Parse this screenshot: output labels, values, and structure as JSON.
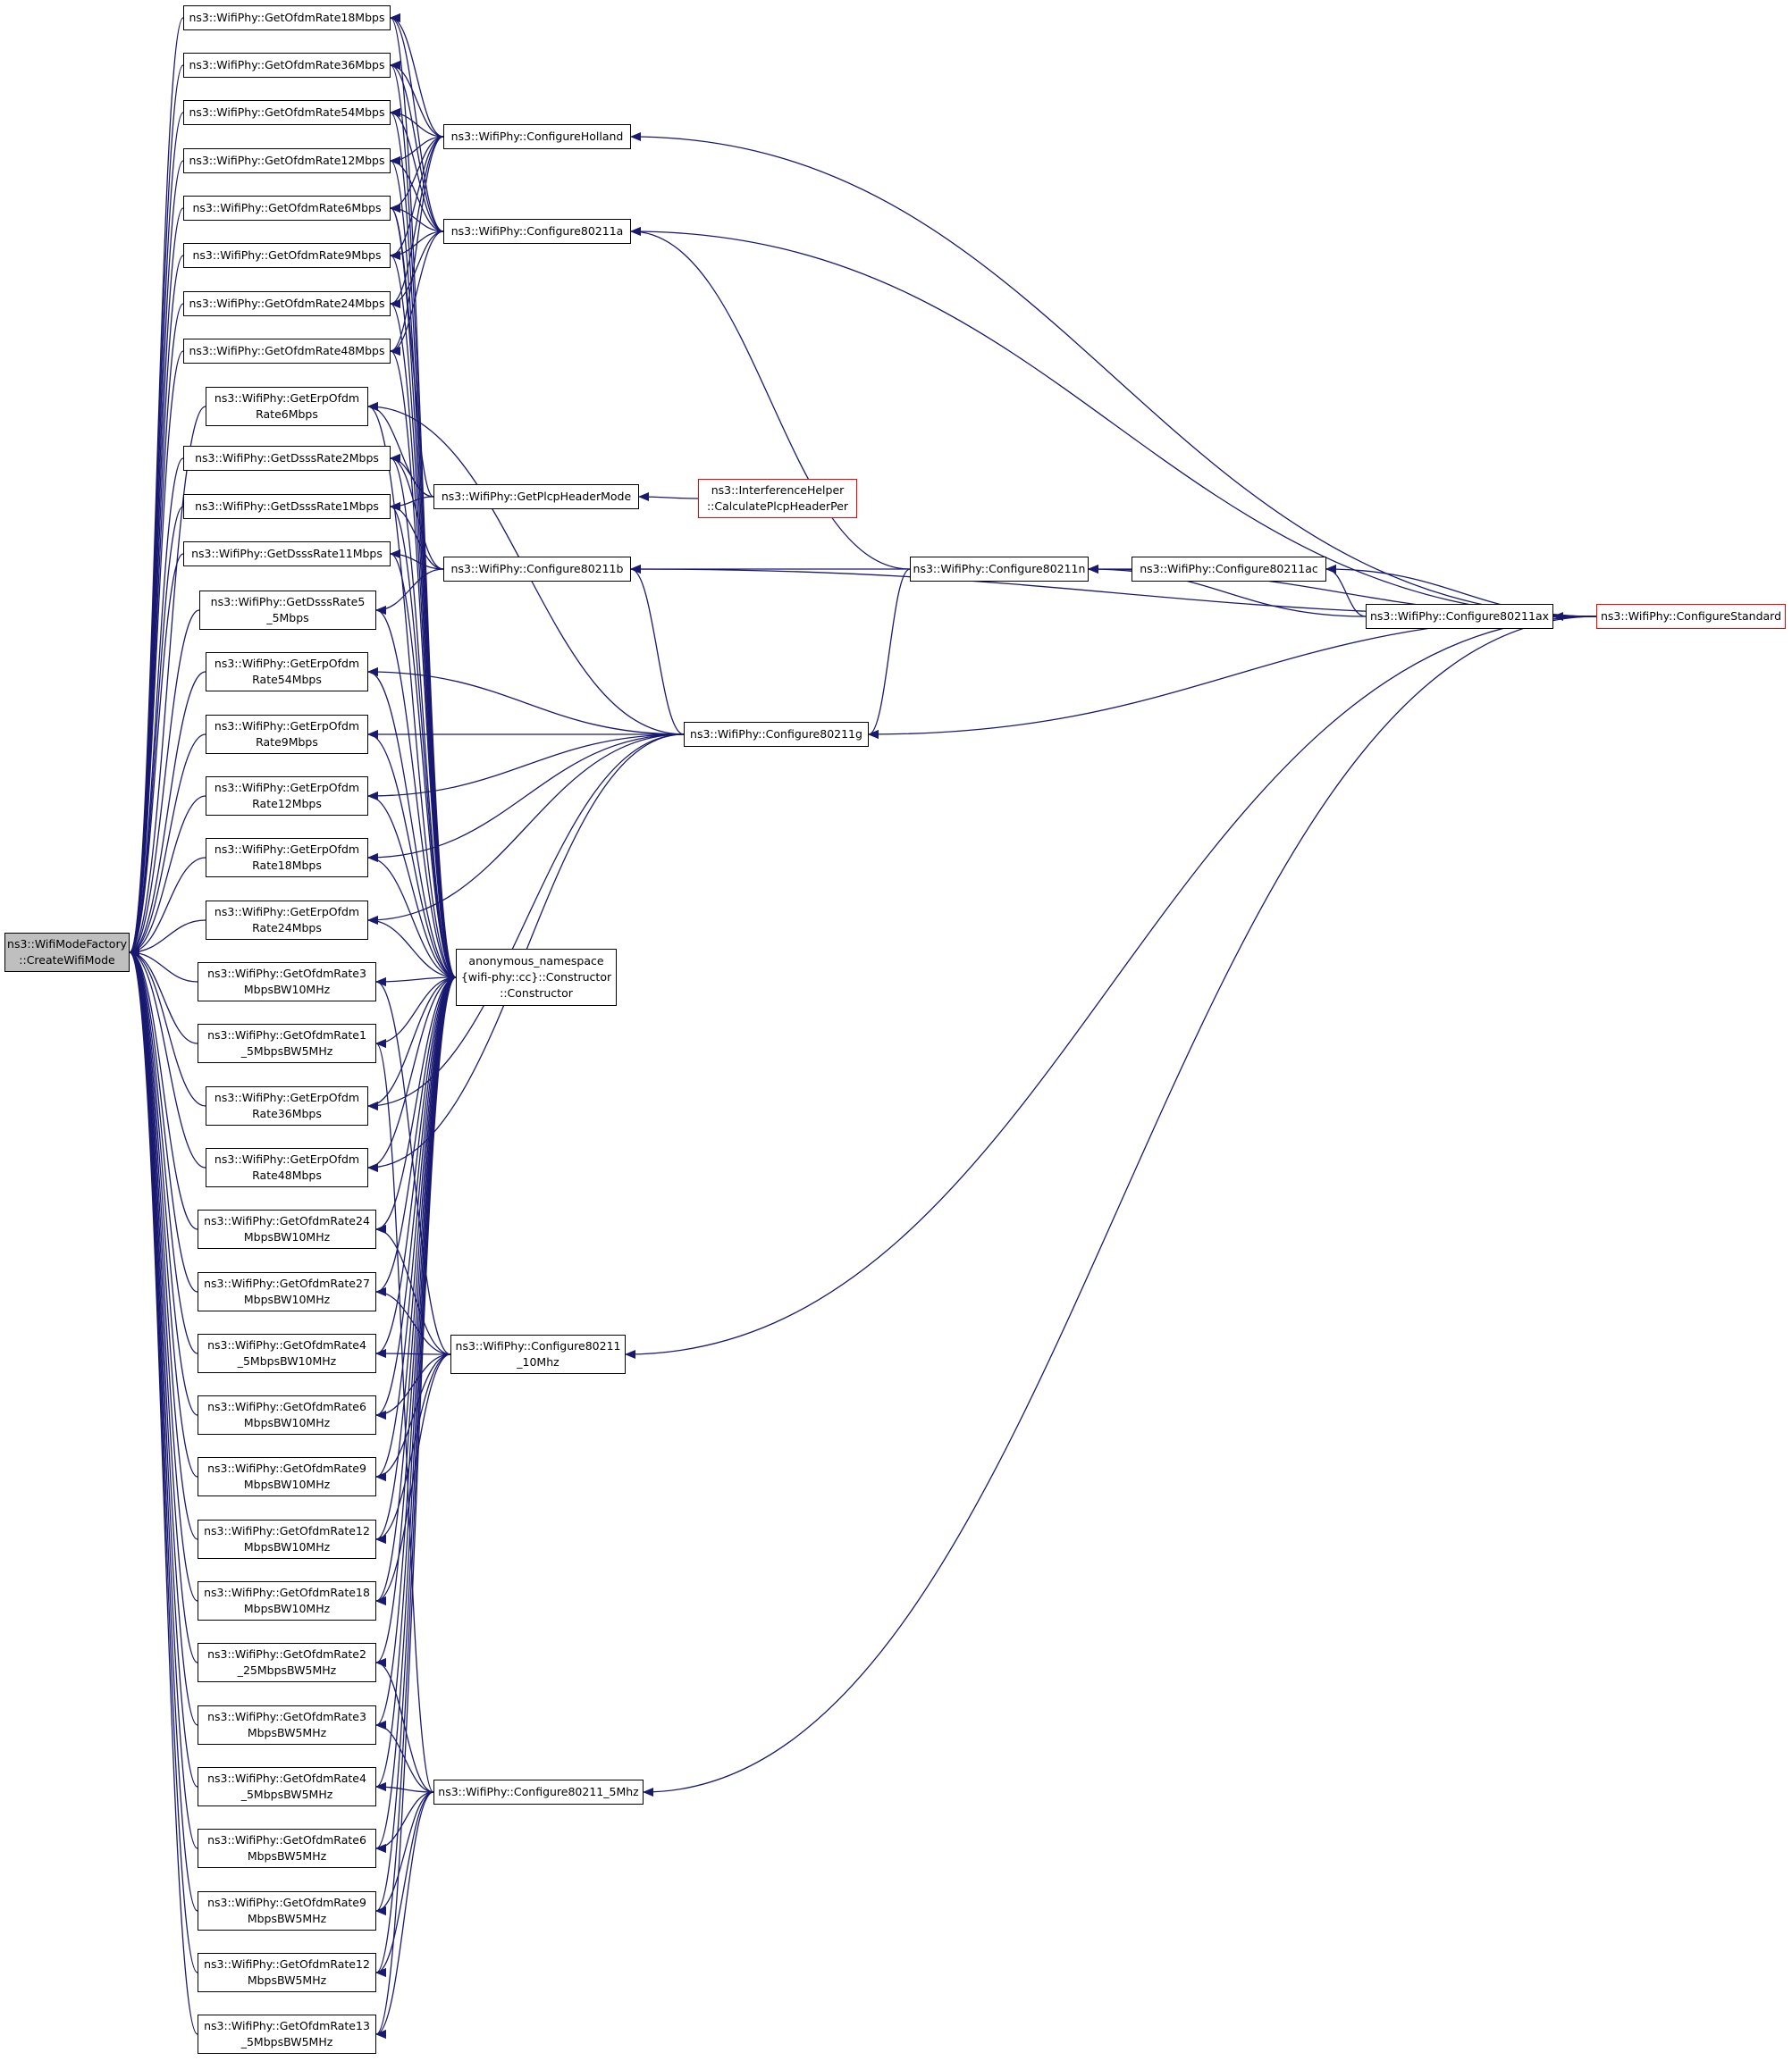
{
  "colors": {
    "edge": "#191970",
    "node_border": "#000000",
    "node_fill": "#ffffff",
    "root_fill": "#bfbfbf",
    "truncated_border": "#ff0000"
  },
  "nodes": {
    "root": {
      "lines": [
        "ns3::WifiModeFactory",
        "::CreateWifiMode"
      ]
    },
    "ofdm18": {
      "lines": [
        "ns3::WifiPhy::GetOfdmRate18Mbps"
      ]
    },
    "ofdm36": {
      "lines": [
        "ns3::WifiPhy::GetOfdmRate36Mbps"
      ]
    },
    "ofdm54": {
      "lines": [
        "ns3::WifiPhy::GetOfdmRate54Mbps"
      ]
    },
    "ofdm12": {
      "lines": [
        "ns3::WifiPhy::GetOfdmRate12Mbps"
      ]
    },
    "ofdm6": {
      "lines": [
        "ns3::WifiPhy::GetOfdmRate6Mbps"
      ]
    },
    "ofdm9": {
      "lines": [
        "ns3::WifiPhy::GetOfdmRate9Mbps"
      ]
    },
    "ofdm24": {
      "lines": [
        "ns3::WifiPhy::GetOfdmRate24Mbps"
      ]
    },
    "ofdm48": {
      "lines": [
        "ns3::WifiPhy::GetOfdmRate48Mbps"
      ]
    },
    "erp6": {
      "lines": [
        "ns3::WifiPhy::GetErpOfdm",
        "Rate6Mbps"
      ]
    },
    "dsss2": {
      "lines": [
        "ns3::WifiPhy::GetDsssRate2Mbps"
      ]
    },
    "dsss1": {
      "lines": [
        "ns3::WifiPhy::GetDsssRate1Mbps"
      ]
    },
    "dsss11": {
      "lines": [
        "ns3::WifiPhy::GetDsssRate11Mbps"
      ]
    },
    "dsss55": {
      "lines": [
        "ns3::WifiPhy::GetDsssRate5",
        "_5Mbps"
      ]
    },
    "erp54": {
      "lines": [
        "ns3::WifiPhy::GetErpOfdm",
        "Rate54Mbps"
      ]
    },
    "erp9": {
      "lines": [
        "ns3::WifiPhy::GetErpOfdm",
        "Rate9Mbps"
      ]
    },
    "erp12": {
      "lines": [
        "ns3::WifiPhy::GetErpOfdm",
        "Rate12Mbps"
      ]
    },
    "erp18": {
      "lines": [
        "ns3::WifiPhy::GetErpOfdm",
        "Rate18Mbps"
      ]
    },
    "erp24": {
      "lines": [
        "ns3::WifiPhy::GetErpOfdm",
        "Rate24Mbps"
      ]
    },
    "o3bw10": {
      "lines": [
        "ns3::WifiPhy::GetOfdmRate3",
        "MbpsBW10MHz"
      ]
    },
    "o15bw5": {
      "lines": [
        "ns3::WifiPhy::GetOfdmRate1",
        "_5MbpsBW5MHz"
      ]
    },
    "erp36": {
      "lines": [
        "ns3::WifiPhy::GetErpOfdm",
        "Rate36Mbps"
      ]
    },
    "erp48": {
      "lines": [
        "ns3::WifiPhy::GetErpOfdm",
        "Rate48Mbps"
      ]
    },
    "o24bw10": {
      "lines": [
        "ns3::WifiPhy::GetOfdmRate24",
        "MbpsBW10MHz"
      ]
    },
    "o27bw10": {
      "lines": [
        "ns3::WifiPhy::GetOfdmRate27",
        "MbpsBW10MHz"
      ]
    },
    "o45bw10": {
      "lines": [
        "ns3::WifiPhy::GetOfdmRate4",
        "_5MbpsBW10MHz"
      ]
    },
    "o6bw10": {
      "lines": [
        "ns3::WifiPhy::GetOfdmRate6",
        "MbpsBW10MHz"
      ]
    },
    "o9bw10": {
      "lines": [
        "ns3::WifiPhy::GetOfdmRate9",
        "MbpsBW10MHz"
      ]
    },
    "o12bw10": {
      "lines": [
        "ns3::WifiPhy::GetOfdmRate12",
        "MbpsBW10MHz"
      ]
    },
    "o18bw10": {
      "lines": [
        "ns3::WifiPhy::GetOfdmRate18",
        "MbpsBW10MHz"
      ]
    },
    "o225bw5": {
      "lines": [
        "ns3::WifiPhy::GetOfdmRate2",
        "_25MbpsBW5MHz"
      ]
    },
    "o3bw5": {
      "lines": [
        "ns3::WifiPhy::GetOfdmRate3",
        "MbpsBW5MHz"
      ]
    },
    "o45bw5": {
      "lines": [
        "ns3::WifiPhy::GetOfdmRate4",
        "_5MbpsBW5MHz"
      ]
    },
    "o6bw5": {
      "lines": [
        "ns3::WifiPhy::GetOfdmRate6",
        "MbpsBW5MHz"
      ]
    },
    "o9bw5": {
      "lines": [
        "ns3::WifiPhy::GetOfdmRate9",
        "MbpsBW5MHz"
      ]
    },
    "o12bw5": {
      "lines": [
        "ns3::WifiPhy::GetOfdmRate12",
        "MbpsBW5MHz"
      ]
    },
    "o135bw5": {
      "lines": [
        "ns3::WifiPhy::GetOfdmRate13",
        "_5MbpsBW5MHz"
      ]
    },
    "holland": {
      "lines": [
        "ns3::WifiPhy::ConfigureHolland"
      ]
    },
    "c11a": {
      "lines": [
        "ns3::WifiPhy::Configure80211a"
      ]
    },
    "plcp": {
      "lines": [
        "ns3::WifiPhy::GetPlcpHeaderMode"
      ]
    },
    "c11b": {
      "lines": [
        "ns3::WifiPhy::Configure80211b"
      ]
    },
    "c11g": {
      "lines": [
        "ns3::WifiPhy::Configure80211g"
      ]
    },
    "anon": {
      "lines": [
        "anonymous_namespace",
        "{wifi-phy::cc}::Constructor",
        "::Constructor"
      ]
    },
    "c10": {
      "lines": [
        "ns3::WifiPhy::Configure80211",
        "_10Mhz"
      ]
    },
    "c5": {
      "lines": [
        "ns3::WifiPhy::Configure80211_5Mhz"
      ]
    },
    "interf": {
      "lines": [
        "ns3::InterferenceHelper",
        "::CalculatePlcpHeaderPer"
      ]
    },
    "c11n": {
      "lines": [
        "ns3::WifiPhy::Configure80211n"
      ]
    },
    "c11ac": {
      "lines": [
        "ns3::WifiPhy::Configure80211ac"
      ]
    },
    "c11ax": {
      "lines": [
        "ns3::WifiPhy::Configure80211ax"
      ]
    },
    "std": {
      "lines": [
        "ns3::WifiPhy::ConfigureStandard"
      ]
    }
  },
  "edges": [
    [
      "ofdm18",
      "root"
    ],
    [
      "ofdm36",
      "root"
    ],
    [
      "ofdm54",
      "root"
    ],
    [
      "ofdm12",
      "root"
    ],
    [
      "ofdm6",
      "root"
    ],
    [
      "ofdm9",
      "root"
    ],
    [
      "ofdm24",
      "root"
    ],
    [
      "ofdm48",
      "root"
    ],
    [
      "erp6",
      "root"
    ],
    [
      "dsss2",
      "root"
    ],
    [
      "dsss1",
      "root"
    ],
    [
      "dsss11",
      "root"
    ],
    [
      "dsss55",
      "root"
    ],
    [
      "erp54",
      "root"
    ],
    [
      "erp9",
      "root"
    ],
    [
      "erp12",
      "root"
    ],
    [
      "erp18",
      "root"
    ],
    [
      "erp24",
      "root"
    ],
    [
      "o3bw10",
      "root"
    ],
    [
      "o15bw5",
      "root"
    ],
    [
      "erp36",
      "root"
    ],
    [
      "erp48",
      "root"
    ],
    [
      "o24bw10",
      "root"
    ],
    [
      "o27bw10",
      "root"
    ],
    [
      "o45bw10",
      "root"
    ],
    [
      "o6bw10",
      "root"
    ],
    [
      "o9bw10",
      "root"
    ],
    [
      "o12bw10",
      "root"
    ],
    [
      "o18bw10",
      "root"
    ],
    [
      "o225bw5",
      "root"
    ],
    [
      "o3bw5",
      "root"
    ],
    [
      "o45bw5",
      "root"
    ],
    [
      "o6bw5",
      "root"
    ],
    [
      "o9bw5",
      "root"
    ],
    [
      "o12bw5",
      "root"
    ],
    [
      "o135bw5",
      "root"
    ],
    [
      "holland",
      "ofdm18"
    ],
    [
      "holland",
      "ofdm36"
    ],
    [
      "holland",
      "ofdm54"
    ],
    [
      "holland",
      "ofdm12"
    ],
    [
      "holland",
      "ofdm6"
    ],
    [
      "holland",
      "ofdm9"
    ],
    [
      "holland",
      "ofdm24"
    ],
    [
      "holland",
      "ofdm48"
    ],
    [
      "c11a",
      "ofdm18"
    ],
    [
      "c11a",
      "ofdm36"
    ],
    [
      "c11a",
      "ofdm54"
    ],
    [
      "c11a",
      "ofdm12"
    ],
    [
      "c11a",
      "ofdm6"
    ],
    [
      "c11a",
      "ofdm9"
    ],
    [
      "c11a",
      "ofdm24"
    ],
    [
      "c11a",
      "ofdm48"
    ],
    [
      "plcp",
      "ofdm6"
    ],
    [
      "plcp",
      "erp6"
    ],
    [
      "plcp",
      "dsss1"
    ],
    [
      "plcp",
      "dsss2"
    ],
    [
      "c11b",
      "dsss1"
    ],
    [
      "c11b",
      "dsss2"
    ],
    [
      "c11b",
      "dsss55"
    ],
    [
      "c11b",
      "dsss11"
    ],
    [
      "c11g",
      "erp6"
    ],
    [
      "c11g",
      "erp9"
    ],
    [
      "c11g",
      "erp12"
    ],
    [
      "c11g",
      "erp18"
    ],
    [
      "c11g",
      "erp24"
    ],
    [
      "c11g",
      "erp36"
    ],
    [
      "c11g",
      "erp48"
    ],
    [
      "c11g",
      "erp54"
    ],
    [
      "anon",
      "ofdm18"
    ],
    [
      "anon",
      "ofdm36"
    ],
    [
      "anon",
      "ofdm54"
    ],
    [
      "anon",
      "ofdm12"
    ],
    [
      "anon",
      "ofdm6"
    ],
    [
      "anon",
      "ofdm9"
    ],
    [
      "anon",
      "ofdm24"
    ],
    [
      "anon",
      "ofdm48"
    ],
    [
      "anon",
      "erp6"
    ],
    [
      "anon",
      "dsss2"
    ],
    [
      "anon",
      "dsss1"
    ],
    [
      "anon",
      "dsss11"
    ],
    [
      "anon",
      "dsss55"
    ],
    [
      "anon",
      "erp54"
    ],
    [
      "anon",
      "erp9"
    ],
    [
      "anon",
      "erp12"
    ],
    [
      "anon",
      "erp18"
    ],
    [
      "anon",
      "erp24"
    ],
    [
      "anon",
      "o3bw10"
    ],
    [
      "anon",
      "o15bw5"
    ],
    [
      "anon",
      "erp36"
    ],
    [
      "anon",
      "erp48"
    ],
    [
      "anon",
      "o24bw10"
    ],
    [
      "anon",
      "o27bw10"
    ],
    [
      "anon",
      "o45bw10"
    ],
    [
      "anon",
      "o6bw10"
    ],
    [
      "anon",
      "o9bw10"
    ],
    [
      "anon",
      "o12bw10"
    ],
    [
      "anon",
      "o18bw10"
    ],
    [
      "anon",
      "o225bw5"
    ],
    [
      "anon",
      "o3bw5"
    ],
    [
      "anon",
      "o45bw5"
    ],
    [
      "anon",
      "o6bw5"
    ],
    [
      "anon",
      "o9bw5"
    ],
    [
      "anon",
      "o12bw5"
    ],
    [
      "anon",
      "o135bw5"
    ],
    [
      "c10",
      "o3bw10"
    ],
    [
      "c10",
      "o45bw10"
    ],
    [
      "c10",
      "o6bw10"
    ],
    [
      "c10",
      "o9bw10"
    ],
    [
      "c10",
      "o12bw10"
    ],
    [
      "c10",
      "o18bw10"
    ],
    [
      "c10",
      "o24bw10"
    ],
    [
      "c10",
      "o27bw10"
    ],
    [
      "c5",
      "o15bw5"
    ],
    [
      "c5",
      "o225bw5"
    ],
    [
      "c5",
      "o3bw5"
    ],
    [
      "c5",
      "o45bw5"
    ],
    [
      "c5",
      "o6bw5"
    ],
    [
      "c5",
      "o9bw5"
    ],
    [
      "c5",
      "o12bw5"
    ],
    [
      "c5",
      "o135bw5"
    ],
    [
      "interf",
      "plcp"
    ],
    [
      "c11n",
      "c11a"
    ],
    [
      "c11n",
      "c11b"
    ],
    [
      "c11n",
      "c11g"
    ],
    [
      "c11g",
      "c11b"
    ],
    [
      "c11ac",
      "c11n"
    ],
    [
      "c11ax",
      "c11n"
    ],
    [
      "c11ax",
      "c11ac"
    ],
    [
      "std",
      "holland"
    ],
    [
      "std",
      "c11a"
    ],
    [
      "std",
      "c11b"
    ],
    [
      "std",
      "c11g"
    ],
    [
      "std",
      "c11n"
    ],
    [
      "std",
      "c11ac"
    ],
    [
      "std",
      "c11ax"
    ],
    [
      "std",
      "c10"
    ],
    [
      "std",
      "c5"
    ]
  ]
}
